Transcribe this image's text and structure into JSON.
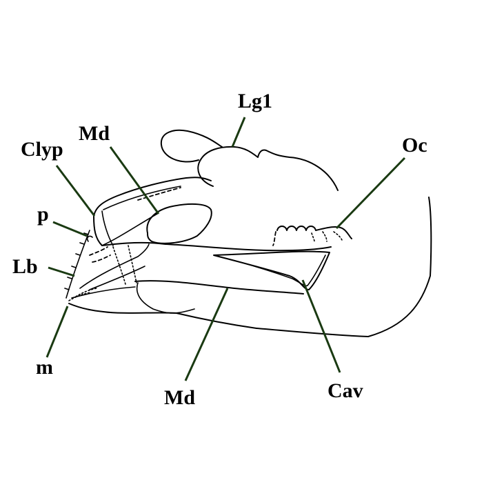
{
  "figure": {
    "subject": "Lateral view of insect larval head capsule (line drawing)",
    "colors": {
      "background": "#ffffff",
      "outline": "#000000",
      "leader_lines": "#1a3a12"
    },
    "labels": {
      "lg1": "Lg1",
      "oc": "Oc",
      "md_upper": "Md",
      "clyp": "Clyp",
      "p": "p",
      "lb": "Lb",
      "m": "m",
      "md_lower": "Md",
      "cav": "Cav"
    }
  }
}
